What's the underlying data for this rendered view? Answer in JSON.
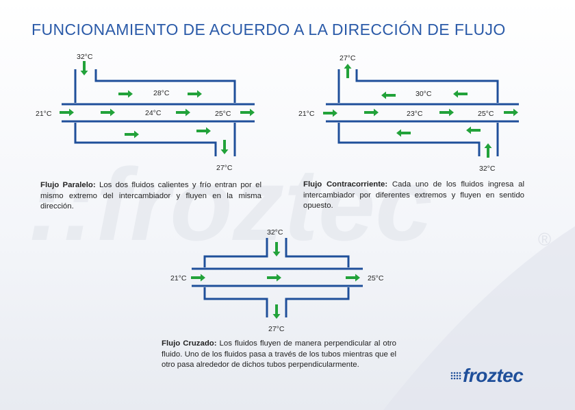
{
  "title": "FUNCIONAMIENTO DE ACUERDO A LA  DIRECCIÓN DE FLUJO",
  "colors": {
    "pipe": "#1f4f9a",
    "arrow": "#22a23a",
    "title": "#2a5aa8"
  },
  "parallel": {
    "labels": {
      "hot_in": "32°C",
      "cold_in": "21°C",
      "mid_top": "28°C",
      "mid_center": "24°C",
      "cold_out": "25°C",
      "hot_out": "27°C"
    },
    "desc_title": "Flujo Paralelo:",
    "desc_text": " Los dos fluidos calientes y frío entran por el mismo extremo del intercambiador y fluyen en la misma dirección."
  },
  "counter": {
    "labels": {
      "hot_out": "27°C",
      "cold_in": "21°C",
      "mid_top": "30°C",
      "mid_center": "23°C",
      "cold_out": "25°C",
      "hot_in": "32°C"
    },
    "desc_title": "Flujo Contracorriente:",
    "desc_text": " Cada uno de los fluidos ingresa al intercambiador por diferentes extremos y fluyen en sentido opuesto."
  },
  "cross": {
    "labels": {
      "hot_in": "32°C",
      "cold_in": "21°C",
      "cold_out": "25°C",
      "hot_out": "27°C"
    },
    "desc_title": "Flujo Cruzado:",
    "desc_text": " Los fluidos fluyen de manera perpendicular al otro fluido. Uno de los fluidos pasa a través de los tubos mientras que el otro pasa alrededor de dichos tubos perpendicularmente."
  },
  "brand": {
    "name": "froztec",
    "watermark": "::froztec",
    "registered": "®"
  }
}
